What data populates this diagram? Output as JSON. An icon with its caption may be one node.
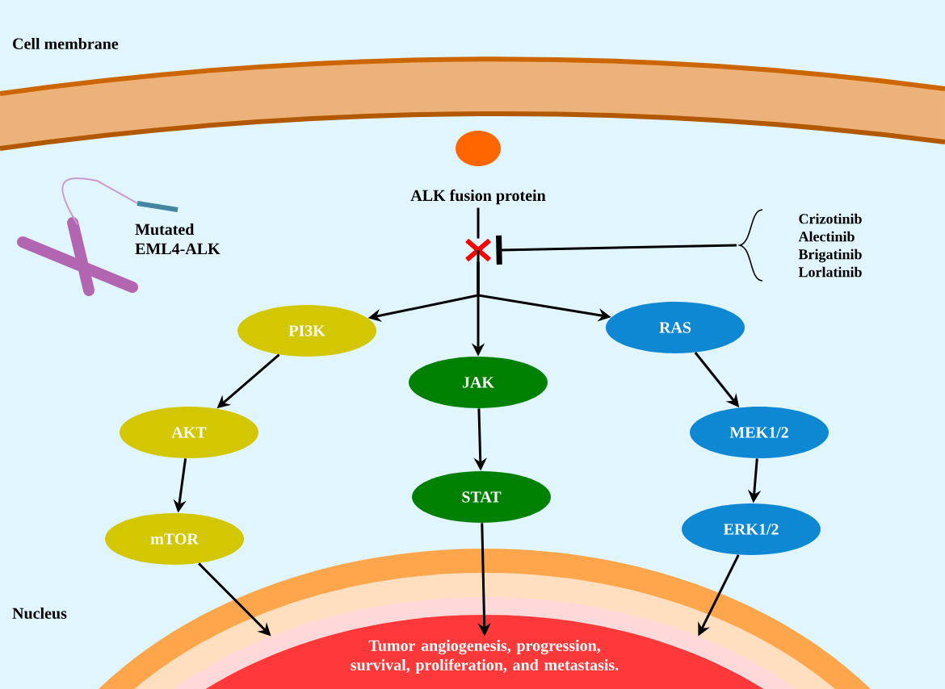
{
  "diagram": {
    "nodes": [
      {
        "text": [
          "ALK fusion protein"
        ]
      },
      {
        "text": [
          "Crizotinib",
          "Alectinib",
          "Brigatinib",
          "Lorlatinib"
        ]
      },
      {
        "text": [],
        "shape": "cross"
      },
      {
        "text": [
          "PI3K"
        ]
      },
      {
        "text": [
          "JAK"
        ]
      },
      {
        "text": [
          "RAS"
        ]
      },
      {
        "text": [
          "AKT"
        ]
      },
      {
        "text": [
          "STAT"
        ]
      },
      {
        "text": [
          "MEK1/2"
        ]
      },
      {
        "text": [
          "mTOR"
        ]
      },
      {
        "text": [
          "ERK1/2"
        ]
      },
      {
        "text": [
          "Tumor angiogenesis, progression, survival, proliferation, and metastasis."
        ]
      }
    ],
    "edges": [
      {
        "from": 0,
        "to": 2,
        "arrow": "none"
      },
      {
        "from": 1,
        "to": 2,
        "arrow": "other"
      },
      {
        "from": 2,
        "to": 3,
        "arrow": "to"
      },
      {
        "from": 2,
        "to": 4,
        "arrow": "to"
      },
      {
        "from": 2,
        "to": 5,
        "arrow": "to"
      },
      {
        "from": 3,
        "to": 6,
        "arrow": "to"
      },
      {
        "from": 6,
        "to": 9,
        "arrow": "to"
      },
      {
        "from": 4,
        "to": 7,
        "arrow": "to"
      },
      {
        "from": 5,
        "to": 8,
        "arrow": "to"
      },
      {
        "from": 8,
        "to": 10,
        "arrow": "to"
      },
      {
        "from": 9,
        "to": 11,
        "arrow": "to"
      },
      {
        "from": 7,
        "to": 11,
        "arrow": "to"
      },
      {
        "from": 10,
        "to": 11,
        "arrow": "to"
      }
    ],
    "labels": [
      "Cell membrane",
      "Mutated EML4-ALK",
      "Nucleus"
    ]
  }
}
